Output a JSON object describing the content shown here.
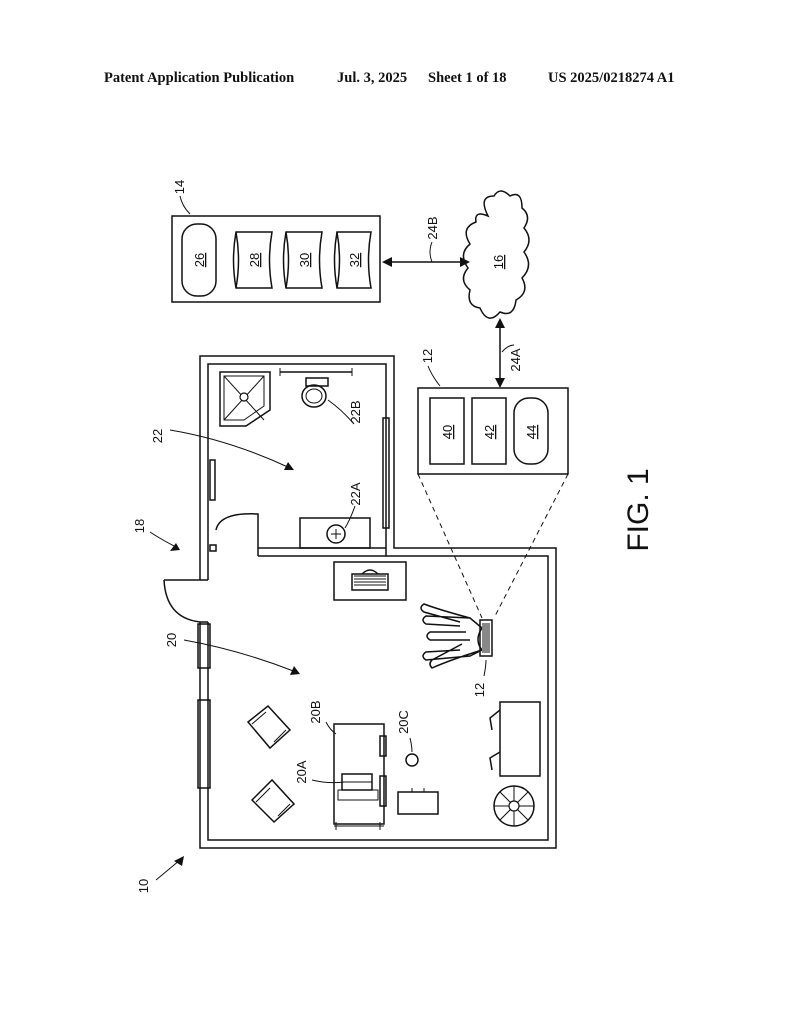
{
  "header": {
    "left": "Patent Application Publication",
    "date": "Jul. 3, 2025",
    "sheet": "Sheet 1 of 18",
    "number": "US 2025/0218274 A1"
  },
  "figure": {
    "title": "FIG. 1",
    "labels": {
      "system": "10",
      "device": "12",
      "device_hand": "12",
      "server": "14",
      "cloud": "16",
      "building": "18",
      "room_main": "20",
      "item_20a": "20A",
      "item_20b": "20B",
      "item_20c": "20C",
      "bathroom": "22",
      "sink": "22A",
      "toilet": "22B",
      "link_a": "24A",
      "link_b": "24B"
    },
    "server_blocks": [
      "26",
      "28",
      "30",
      "32"
    ],
    "device_blocks": [
      "40",
      "42",
      "44"
    ]
  }
}
